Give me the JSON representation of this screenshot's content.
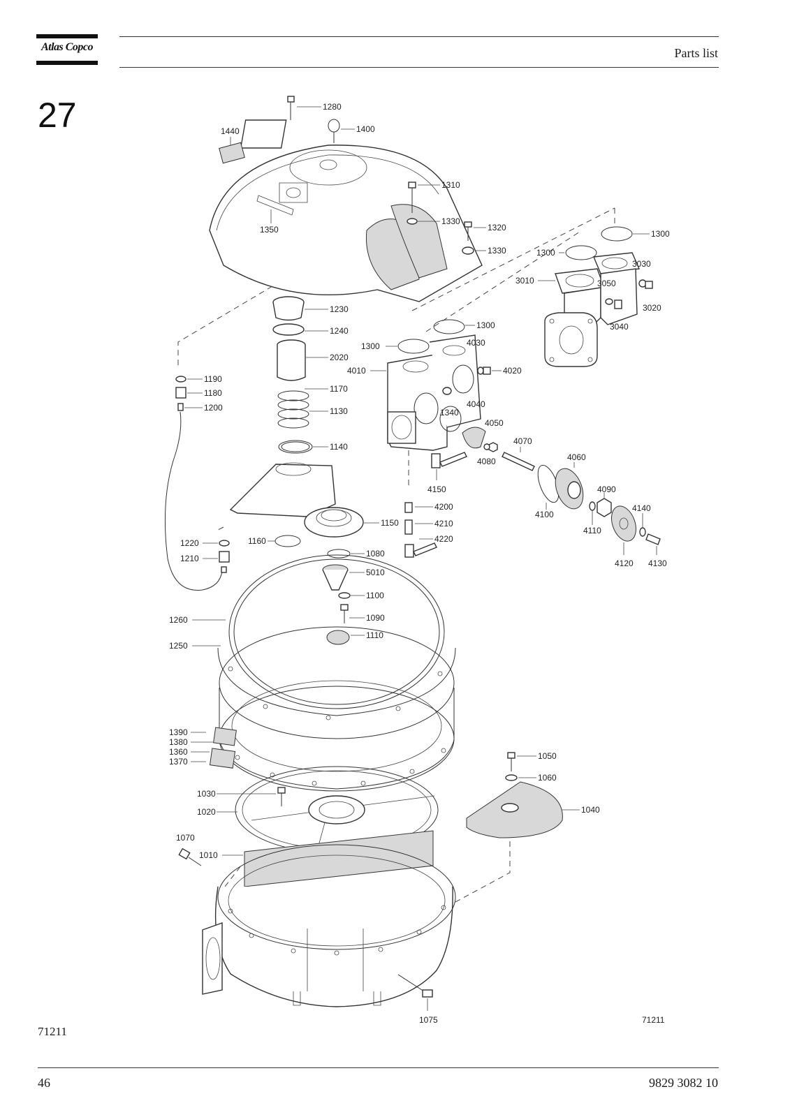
{
  "header": {
    "brand": "Atlas Copco",
    "title": "Parts list"
  },
  "section_number": "27",
  "drawing_ref_left": "71211",
  "drawing_ref_right": "71211",
  "footer": {
    "page_number": "46",
    "document_number": "9829 3082 10"
  },
  "callouts": {
    "c1280": "1280",
    "c1440": "1440",
    "c1400": "1400",
    "c1310": "1310",
    "c1350": "1350",
    "c1330a": "1330",
    "c1320": "1320",
    "c1330b": "1330",
    "c1300a": "1300",
    "c1300b": "1300",
    "c3030": "3030",
    "c3010": "3010",
    "c3050": "3050",
    "c3020": "3020",
    "c3040": "3040",
    "c1230": "1230",
    "c1240": "1240",
    "c2020": "2020",
    "c1170": "1170",
    "c1130": "1130",
    "c1140": "1140",
    "c1190": "1190",
    "c1180": "1180",
    "c1200": "1200",
    "c1300c": "1300",
    "c1300d": "1300",
    "c4030": "4030",
    "c4010": "4010",
    "c4020": "4020",
    "c1340": "1340",
    "c4040": "4040",
    "c4050": "4050",
    "c4080": "4080",
    "c4070": "4070",
    "c4060": "4060",
    "c4150": "4150",
    "c4090": "4090",
    "c4140": "4140",
    "c4100": "4100",
    "c4110": "4110",
    "c4200": "4200",
    "c4210": "4210",
    "c4220": "4220",
    "c4120": "4120",
    "c4130": "4130",
    "c1150": "1150",
    "c1220": "1220",
    "c1160": "1160",
    "c1210": "1210",
    "c1080": "1080",
    "c5010": "5010",
    "c1100": "1100",
    "c1090": "1090",
    "c1110": "1110",
    "c1260": "1260",
    "c1250": "1250",
    "c1390": "1390",
    "c1380": "1380",
    "c1360": "1360",
    "c1370": "1370",
    "c1050": "1050",
    "c1060": "1060",
    "c1030": "1030",
    "c1020": "1020",
    "c1040": "1040",
    "c1070": "1070",
    "c1010": "1010",
    "c1075": "1075"
  }
}
